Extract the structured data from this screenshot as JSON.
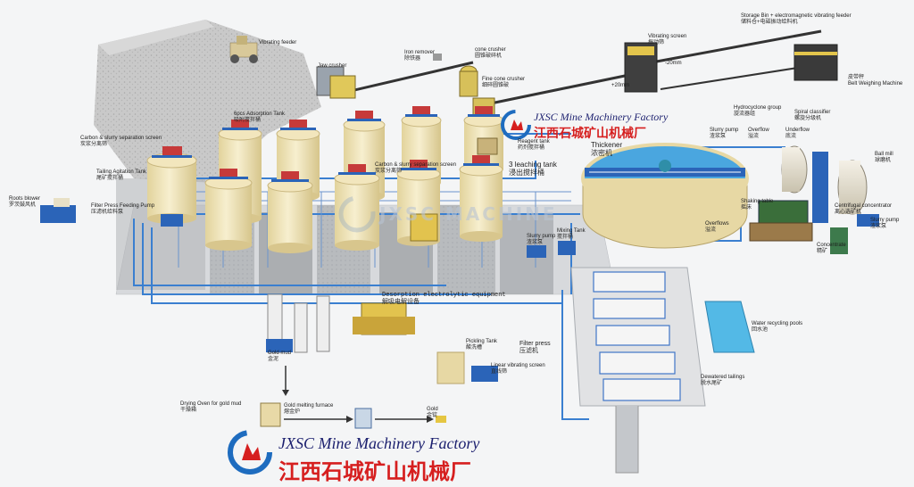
{
  "labels": {
    "vibrating_feeder": "Vibrating feeder",
    "jaw_crusher": "Jaw crusher",
    "iron_remover": {
      "en": "Iron remover",
      "cn": "除铁器"
    },
    "cone_crusher_top": {
      "en": "cone crusher",
      "cn": "圆锥破碎机"
    },
    "fine_cone_crusher": {
      "en": "Fine cone crusher",
      "cn": "细碎圆锥破"
    },
    "vibrating_screen": {
      "en": "Vibrating screen",
      "cn": "振动筛"
    },
    "storage_bin": {
      "en": "Storage Bin + electromagnetic vibrating feeder",
      "cn": "储料仓+电磁振动给料机"
    },
    "belt_weighing": {
      "en": "Belt Weighing Machine",
      "cn": "皮带秤"
    },
    "mesh_20": "-20mm",
    "mesh_plus20": "+20mm",
    "adsorption_tank": {
      "en": "6pcs Adsorption Tank",
      "cn": "吸附搅拌桶"
    },
    "carbon_separation_left": {
      "en": "Carbon & slurry separation screen",
      "cn": "炭浆分离筛"
    },
    "tailing_agitation": {
      "en": "Tailing Agitation Tank",
      "cn": "尾矿搅拌桶"
    },
    "roots_blower": {
      "en": "Roots blower",
      "cn": "罗茨鼓风机"
    },
    "filter_press_pump": {
      "en": "Filter Press Feeding Pump",
      "cn": "压滤机给料泵"
    },
    "carbon_separation_mid": {
      "en": "Carbon & slurry separation screen",
      "cn": "炭浆分离筛"
    },
    "reagent_tank": {
      "en": "Reagent tank",
      "cn": "药剂搅拌桶"
    },
    "leaching_tank": {
      "en": "3 leaching tank",
      "cn": "浸出搅拌桶"
    },
    "thickener": {
      "en": "Thickener",
      "cn": "浓密机"
    },
    "slurry_pump_top": {
      "en": "Slurry pump",
      "cn": "渣浆泵"
    },
    "hydrocyclone": {
      "en": "Hydrocyclone group",
      "cn": "旋流器组"
    },
    "spiral_classifier": {
      "en": "Spiral classifier",
      "cn": "螺旋分级机"
    },
    "overflow_1": {
      "en": "Overflow",
      "cn": "溢流"
    },
    "underflow": {
      "en": "Underflow",
      "cn": "底流"
    },
    "ball_mill": {
      "en": "Ball mill",
      "cn": "球磨机"
    },
    "shaking_table": {
      "en": "Shaking table",
      "cn": "摇床"
    },
    "centrifugal": {
      "en": "Centrifugal concentrator",
      "cn": "离心选矿机"
    },
    "slurry_pump_right": {
      "en": "Slurry pump",
      "cn": "渣浆泵"
    },
    "concentrate": {
      "en": "Concentrate",
      "cn": "精矿"
    },
    "overflows": {
      "en": "Overflows",
      "cn": "溢流"
    },
    "slurry_pump_mid": {
      "en": "Slurry pump",
      "cn": "渣浆泵"
    },
    "mixing_tank": {
      "en": "Mixing Tank",
      "cn": "搅拌桶"
    },
    "desorption": {
      "en": "Desorption electrolytic equipment",
      "cn": "解吸电解设备"
    },
    "gold_mud": {
      "en": "Gold mud",
      "cn": "金泥"
    },
    "pickling_tank": {
      "en": "Pickling Tank",
      "cn": "酸洗槽"
    },
    "filter_press": {
      "en": "Filter press",
      "cn": "压滤机"
    },
    "linear_screen": {
      "en": "Linear vibrating screen",
      "cn": "直线筛"
    },
    "water_pools": {
      "en": "Water recycling pools",
      "cn": "回水池"
    },
    "dewatered_tailings": {
      "en": "Dewatered tailings",
      "cn": "脱水尾矿"
    },
    "drying_oven": {
      "en": "Drying Oven for gold mud",
      "cn": "干燥箱"
    },
    "gold_melting": {
      "en": "Gold melting furnace",
      "cn": "熔金炉"
    },
    "gold": {
      "en": "Gold",
      "cn": "金锭"
    }
  },
  "brand": {
    "name_en": "JXSC Mine Machinery Factory",
    "name_cn": "江西石城矿山机械厂",
    "watermark": "JXSC MACHINE"
  },
  "colors": {
    "steel_blue": "#2b64b8",
    "tank_cream": "#efe3b8",
    "tank_red": "#c63a3a",
    "equipment_yellow": "#e5c642",
    "concrete": "#c9ccd0",
    "water": "#53b9e6",
    "brand_red": "#d61f1f",
    "brand_navy": "#1b1f6e"
  }
}
